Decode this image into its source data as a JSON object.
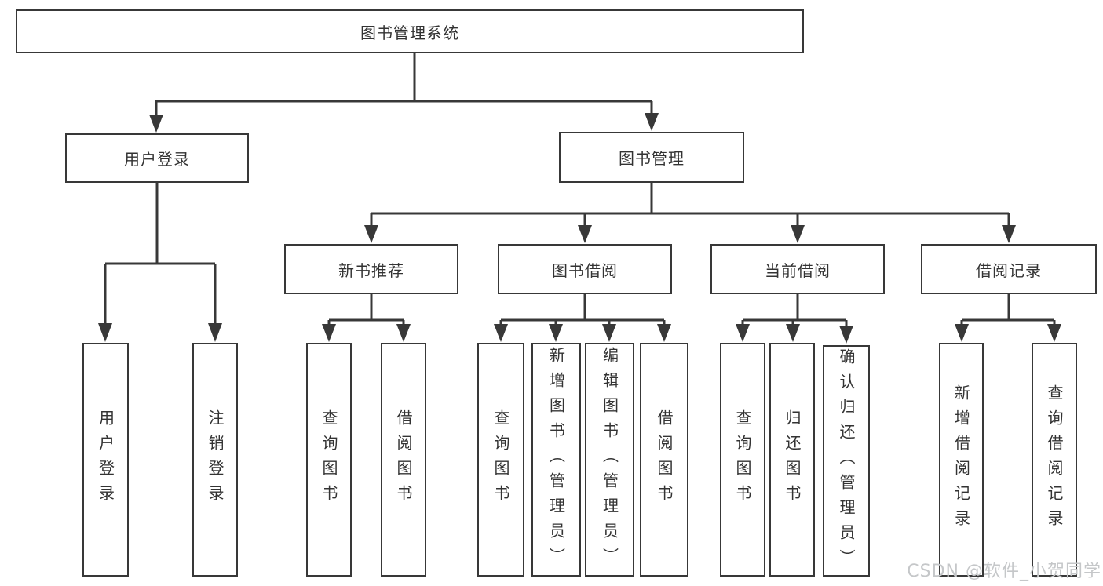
{
  "colors": {
    "line": "#383838",
    "box_border": "#383838",
    "text": "#333333",
    "background": "#ffffff",
    "watermark_text": "#c5c7c9"
  },
  "tree": {
    "root": {
      "label": "图书管理系统"
    },
    "branches": [
      {
        "label": "用户登录",
        "children": [
          {
            "label": "用户登录"
          },
          {
            "label": "注销登录"
          }
        ]
      },
      {
        "label": "图书管理",
        "children": [
          {
            "label": "新书推荐",
            "children": [
              {
                "label": "查询图书"
              },
              {
                "label": "借阅图书"
              }
            ]
          },
          {
            "label": "图书借阅",
            "children": [
              {
                "label": "查询图书"
              },
              {
                "label": "新增图书（管理员）"
              },
              {
                "label": "编辑图书（管理员）"
              },
              {
                "label": "借阅图书"
              }
            ]
          },
          {
            "label": "当前借阅",
            "children": [
              {
                "label": "查询图书"
              },
              {
                "label": "归还图书"
              },
              {
                "label": "确认归还（管理员）"
              }
            ]
          },
          {
            "label": "借阅记录",
            "children": [
              {
                "label": "新增借阅记录"
              },
              {
                "label": "查询借阅记录"
              }
            ]
          }
        ]
      }
    ]
  },
  "watermark": {
    "text": "CSDN @软件_小贺同学"
  }
}
